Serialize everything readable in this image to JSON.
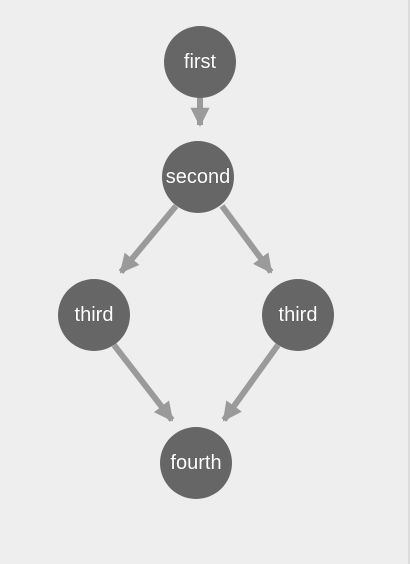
{
  "graph": {
    "nodes": [
      {
        "id": "n1",
        "label": "first"
      },
      {
        "id": "n2",
        "label": "second"
      },
      {
        "id": "n3",
        "label": "third"
      },
      {
        "id": "n4",
        "label": "third"
      },
      {
        "id": "n5",
        "label": "fourth"
      }
    ],
    "edges": [
      {
        "from": "n1",
        "to": "n2"
      },
      {
        "from": "n2",
        "to": "n3"
      },
      {
        "from": "n2",
        "to": "n4"
      },
      {
        "from": "n3",
        "to": "n5"
      },
      {
        "from": "n4",
        "to": "n5"
      }
    ],
    "colors": {
      "background": "#eeeeee",
      "node_fill": "#666666",
      "edge": "#9a9a9a",
      "label": "#ffffff"
    }
  }
}
